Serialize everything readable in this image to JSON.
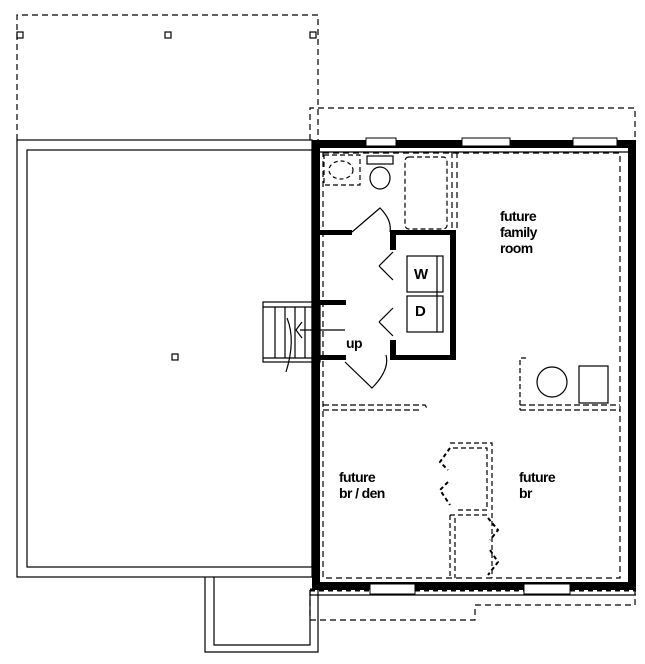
{
  "rooms": {
    "family_room": [
      "future",
      "family",
      "room"
    ],
    "br_den": [
      "future",
      "br / den"
    ],
    "br": [
      "future",
      "br"
    ]
  },
  "appliances": {
    "washer": "W",
    "dryer": "D"
  },
  "stairs": {
    "label": "up"
  },
  "colors": {
    "line": "#000000",
    "background": "#ffffff"
  }
}
